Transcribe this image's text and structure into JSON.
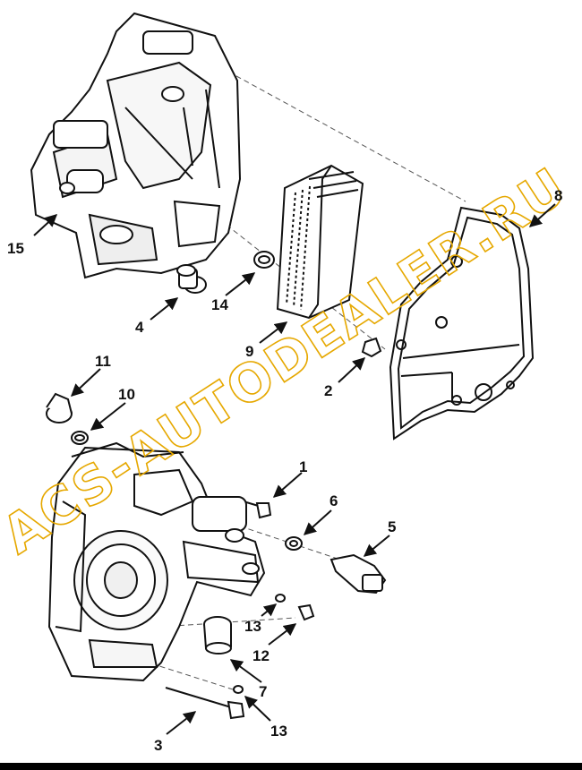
{
  "diagram": {
    "watermark": "ACS-AUTODEALER.RU",
    "callouts": [
      {
        "id": "15",
        "label": "15"
      },
      {
        "id": "4",
        "label": "4"
      },
      {
        "id": "14",
        "label": "14"
      },
      {
        "id": "9",
        "label": "9"
      },
      {
        "id": "8",
        "label": "8"
      },
      {
        "id": "2",
        "label": "2"
      },
      {
        "id": "11",
        "label": "11"
      },
      {
        "id": "10",
        "label": "10"
      },
      {
        "id": "1",
        "label": "1"
      },
      {
        "id": "6",
        "label": "6"
      },
      {
        "id": "5",
        "label": "5"
      },
      {
        "id": "13a",
        "label": "13"
      },
      {
        "id": "12",
        "label": "12"
      },
      {
        "id": "7",
        "label": "7"
      },
      {
        "id": "3",
        "label": "3"
      },
      {
        "id": "13b",
        "label": "13"
      }
    ]
  },
  "colors": {
    "line": "#111111",
    "watermark": "#e6a800",
    "background": "#ffffff"
  }
}
